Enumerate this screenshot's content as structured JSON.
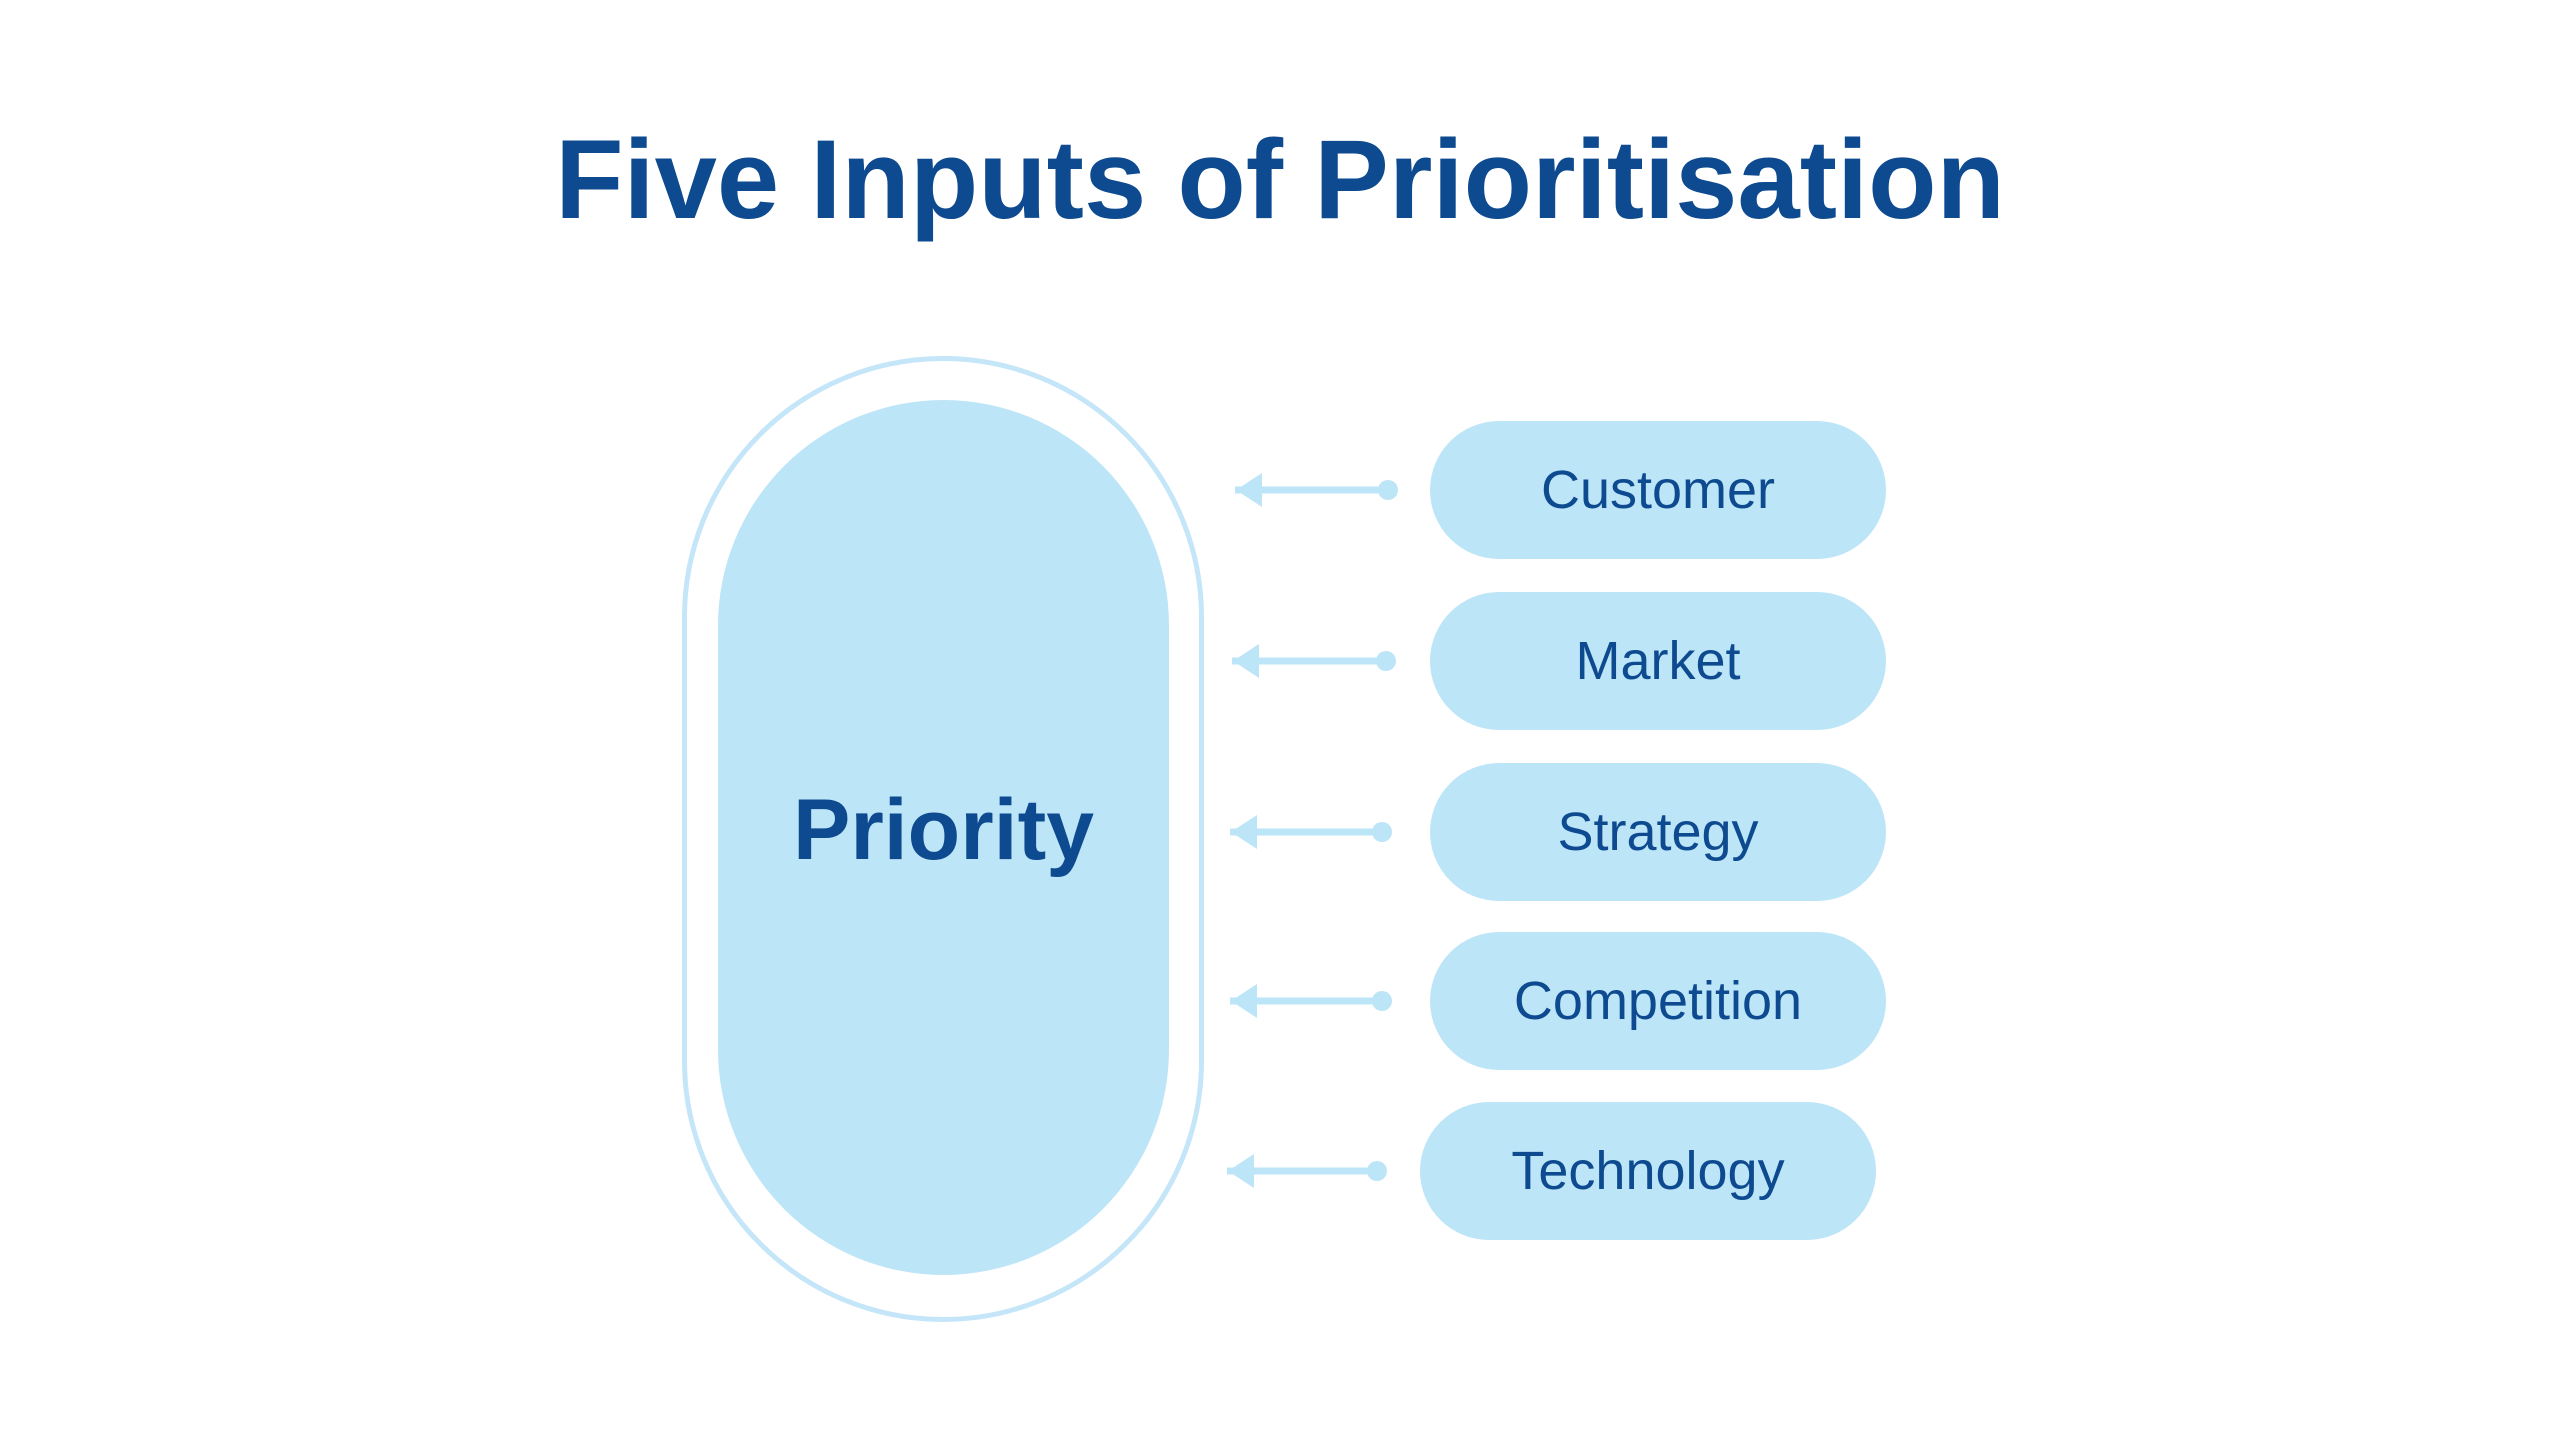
{
  "title": "Five Inputs of Prioritisation",
  "center": {
    "label": "Priority"
  },
  "inputs": [
    {
      "label": "Customer"
    },
    {
      "label": "Market"
    },
    {
      "label": "Strategy"
    },
    {
      "label": "Competition"
    },
    {
      "label": "Technology"
    }
  ],
  "colors": {
    "title": "#0d4a8f",
    "fill": "#bde5f8",
    "outline": "#c4e6f8",
    "arrow": "#bde5f8"
  }
}
